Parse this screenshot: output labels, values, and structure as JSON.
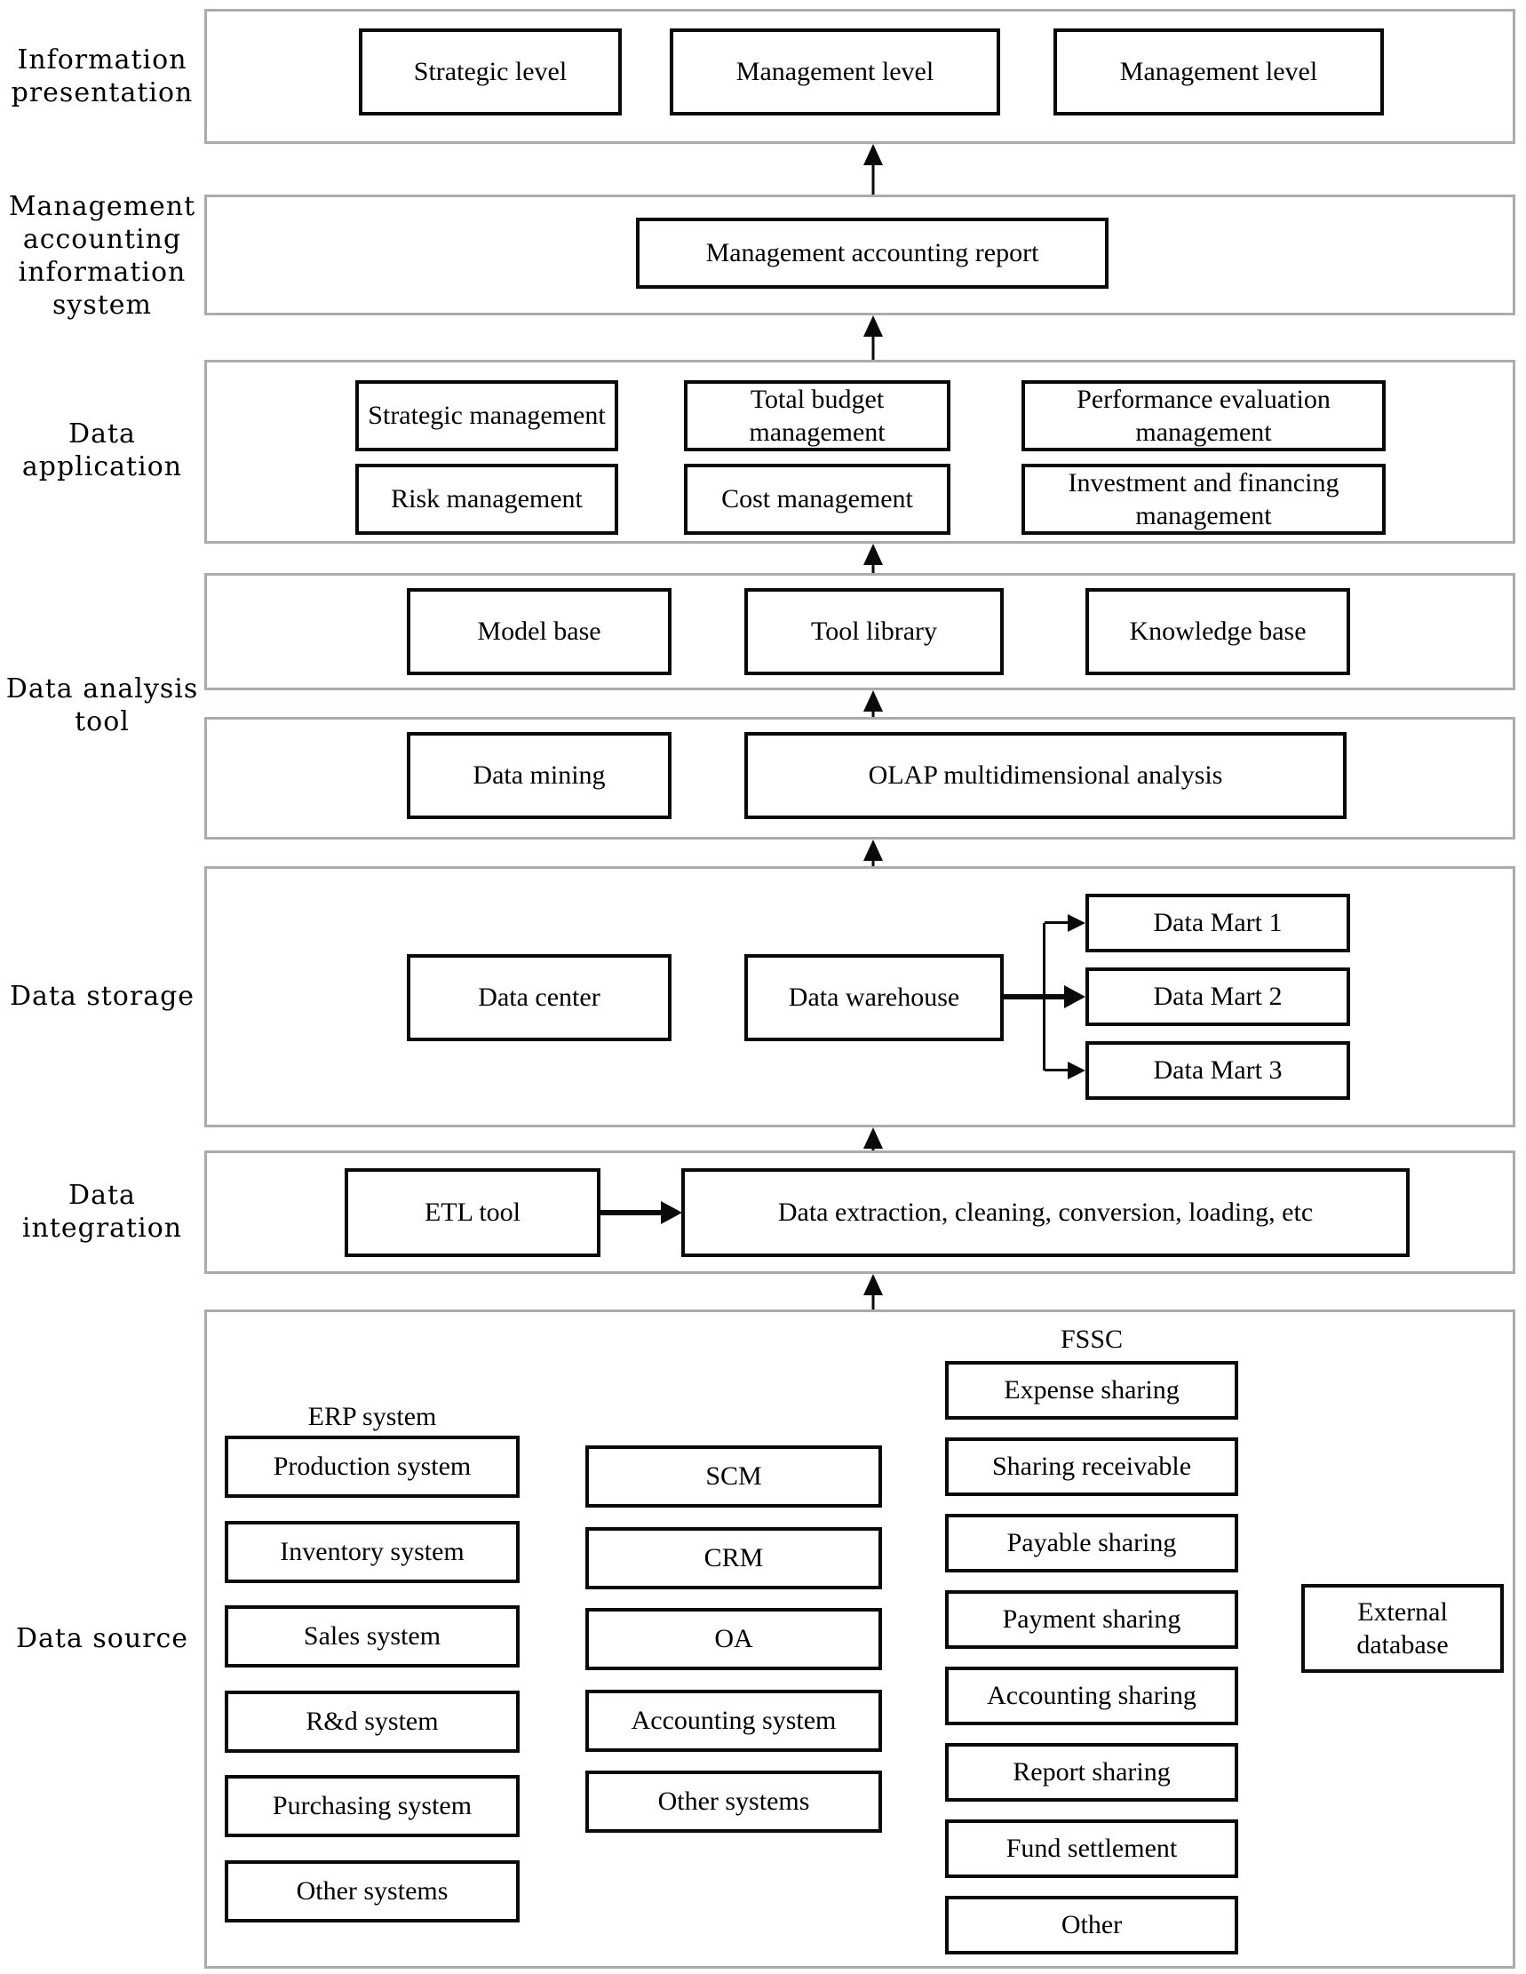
{
  "figure": {
    "background": "#ffffff",
    "frame_border_color": "#ababab",
    "box_border_color": "#0a0a0a",
    "icons": {
      "flow_up_arrow": "up-arrow-triangle",
      "flow_right_arrow": "right-arrow-triangle"
    }
  },
  "sections": {
    "information_presentation": {
      "label": "Information presentation",
      "boxes": [
        "Strategic level",
        "Management level",
        "Management level"
      ]
    },
    "management_accounting_information_system": {
      "label": "Management accounting information system",
      "report_box": "Management accounting report"
    },
    "data_application": {
      "label": "Data application",
      "boxes": [
        "Strategic management",
        "Total budget management",
        "Performance evaluation management",
        "Risk management",
        "Cost management",
        "Investment and financing management"
      ]
    },
    "data_analysis_tool": {
      "label": "Data analysis tool",
      "upper_boxes": [
        "Model base",
        "Tool library",
        "Knowledge base"
      ],
      "lower_boxes": [
        "Data mining",
        "OLAP multidimensional analysis"
      ]
    },
    "data_storage": {
      "label": "Data storage",
      "boxes": [
        "Data center",
        "Data warehouse"
      ],
      "marts": [
        "Data Mart 1",
        "Data Mart 2",
        "Data Mart 3"
      ]
    },
    "data_integration": {
      "label": "Data integration",
      "etl": "ETL tool",
      "process": "Data extraction, cleaning, conversion, loading, etc"
    },
    "data_source": {
      "label": "Data source",
      "erp": {
        "title": "ERP system",
        "boxes": [
          "Production system",
          "Inventory system",
          "Sales system",
          "R&d system",
          "Purchasing system",
          "Other systems"
        ]
      },
      "middle_boxes": [
        "SCM",
        "CRM",
        "OA",
        "Accounting system",
        "Other systems"
      ],
      "fssc": {
        "title": "FSSC",
        "boxes": [
          "Expense sharing",
          "Sharing receivable",
          "Payable sharing",
          "Payment sharing",
          "Accounting sharing",
          "Report sharing",
          "Fund settlement",
          "Other"
        ]
      },
      "external_box": "External database"
    }
  }
}
